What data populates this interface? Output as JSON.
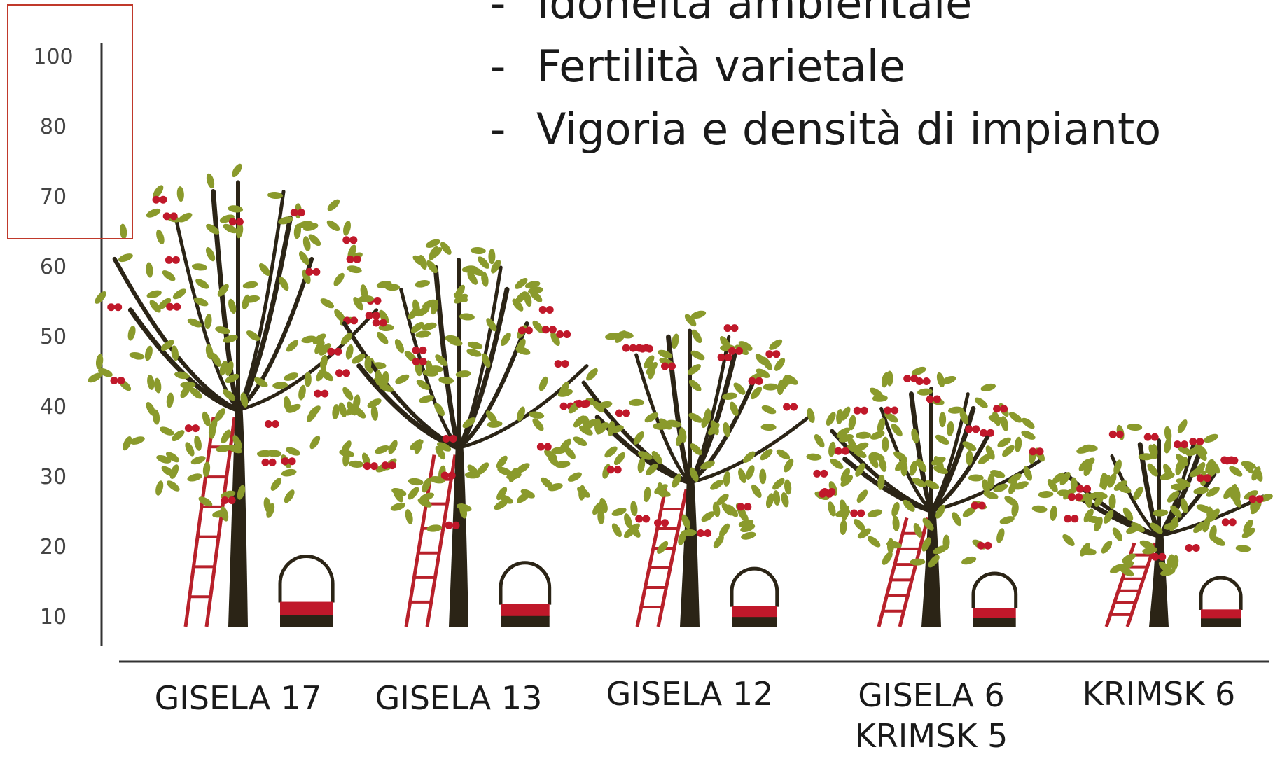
{
  "bullets": {
    "line1": "Idoneità ambientale",
    "line2": "Fertilità varietale",
    "line3": "Vigoria e densità di impianto",
    "dash": "-"
  },
  "colors": {
    "trunk": "#2b2416",
    "leaf": "#8a9a2c",
    "cherry": "#c0182a",
    "ladder": "#b8202a",
    "basket": "#2b2416",
    "highlight": "#c0392b",
    "axis": "#333333"
  },
  "chart_data": {
    "type": "bar",
    "title": "",
    "xlabel": "",
    "ylabel": "",
    "yticks": [
      100,
      80,
      70,
      60,
      50,
      40,
      30,
      20,
      10
    ],
    "categories": [
      [
        "GISELA 17"
      ],
      [
        "GISELA 13"
      ],
      [
        "GISELA 12"
      ],
      [
        "GISELA 6",
        "KRIMSK 5"
      ],
      [
        "KRIMSK 6"
      ]
    ],
    "values": [
      78,
      66,
      55,
      46,
      38
    ],
    "highlighted_ticks": [
      100,
      80,
      70
    ]
  }
}
